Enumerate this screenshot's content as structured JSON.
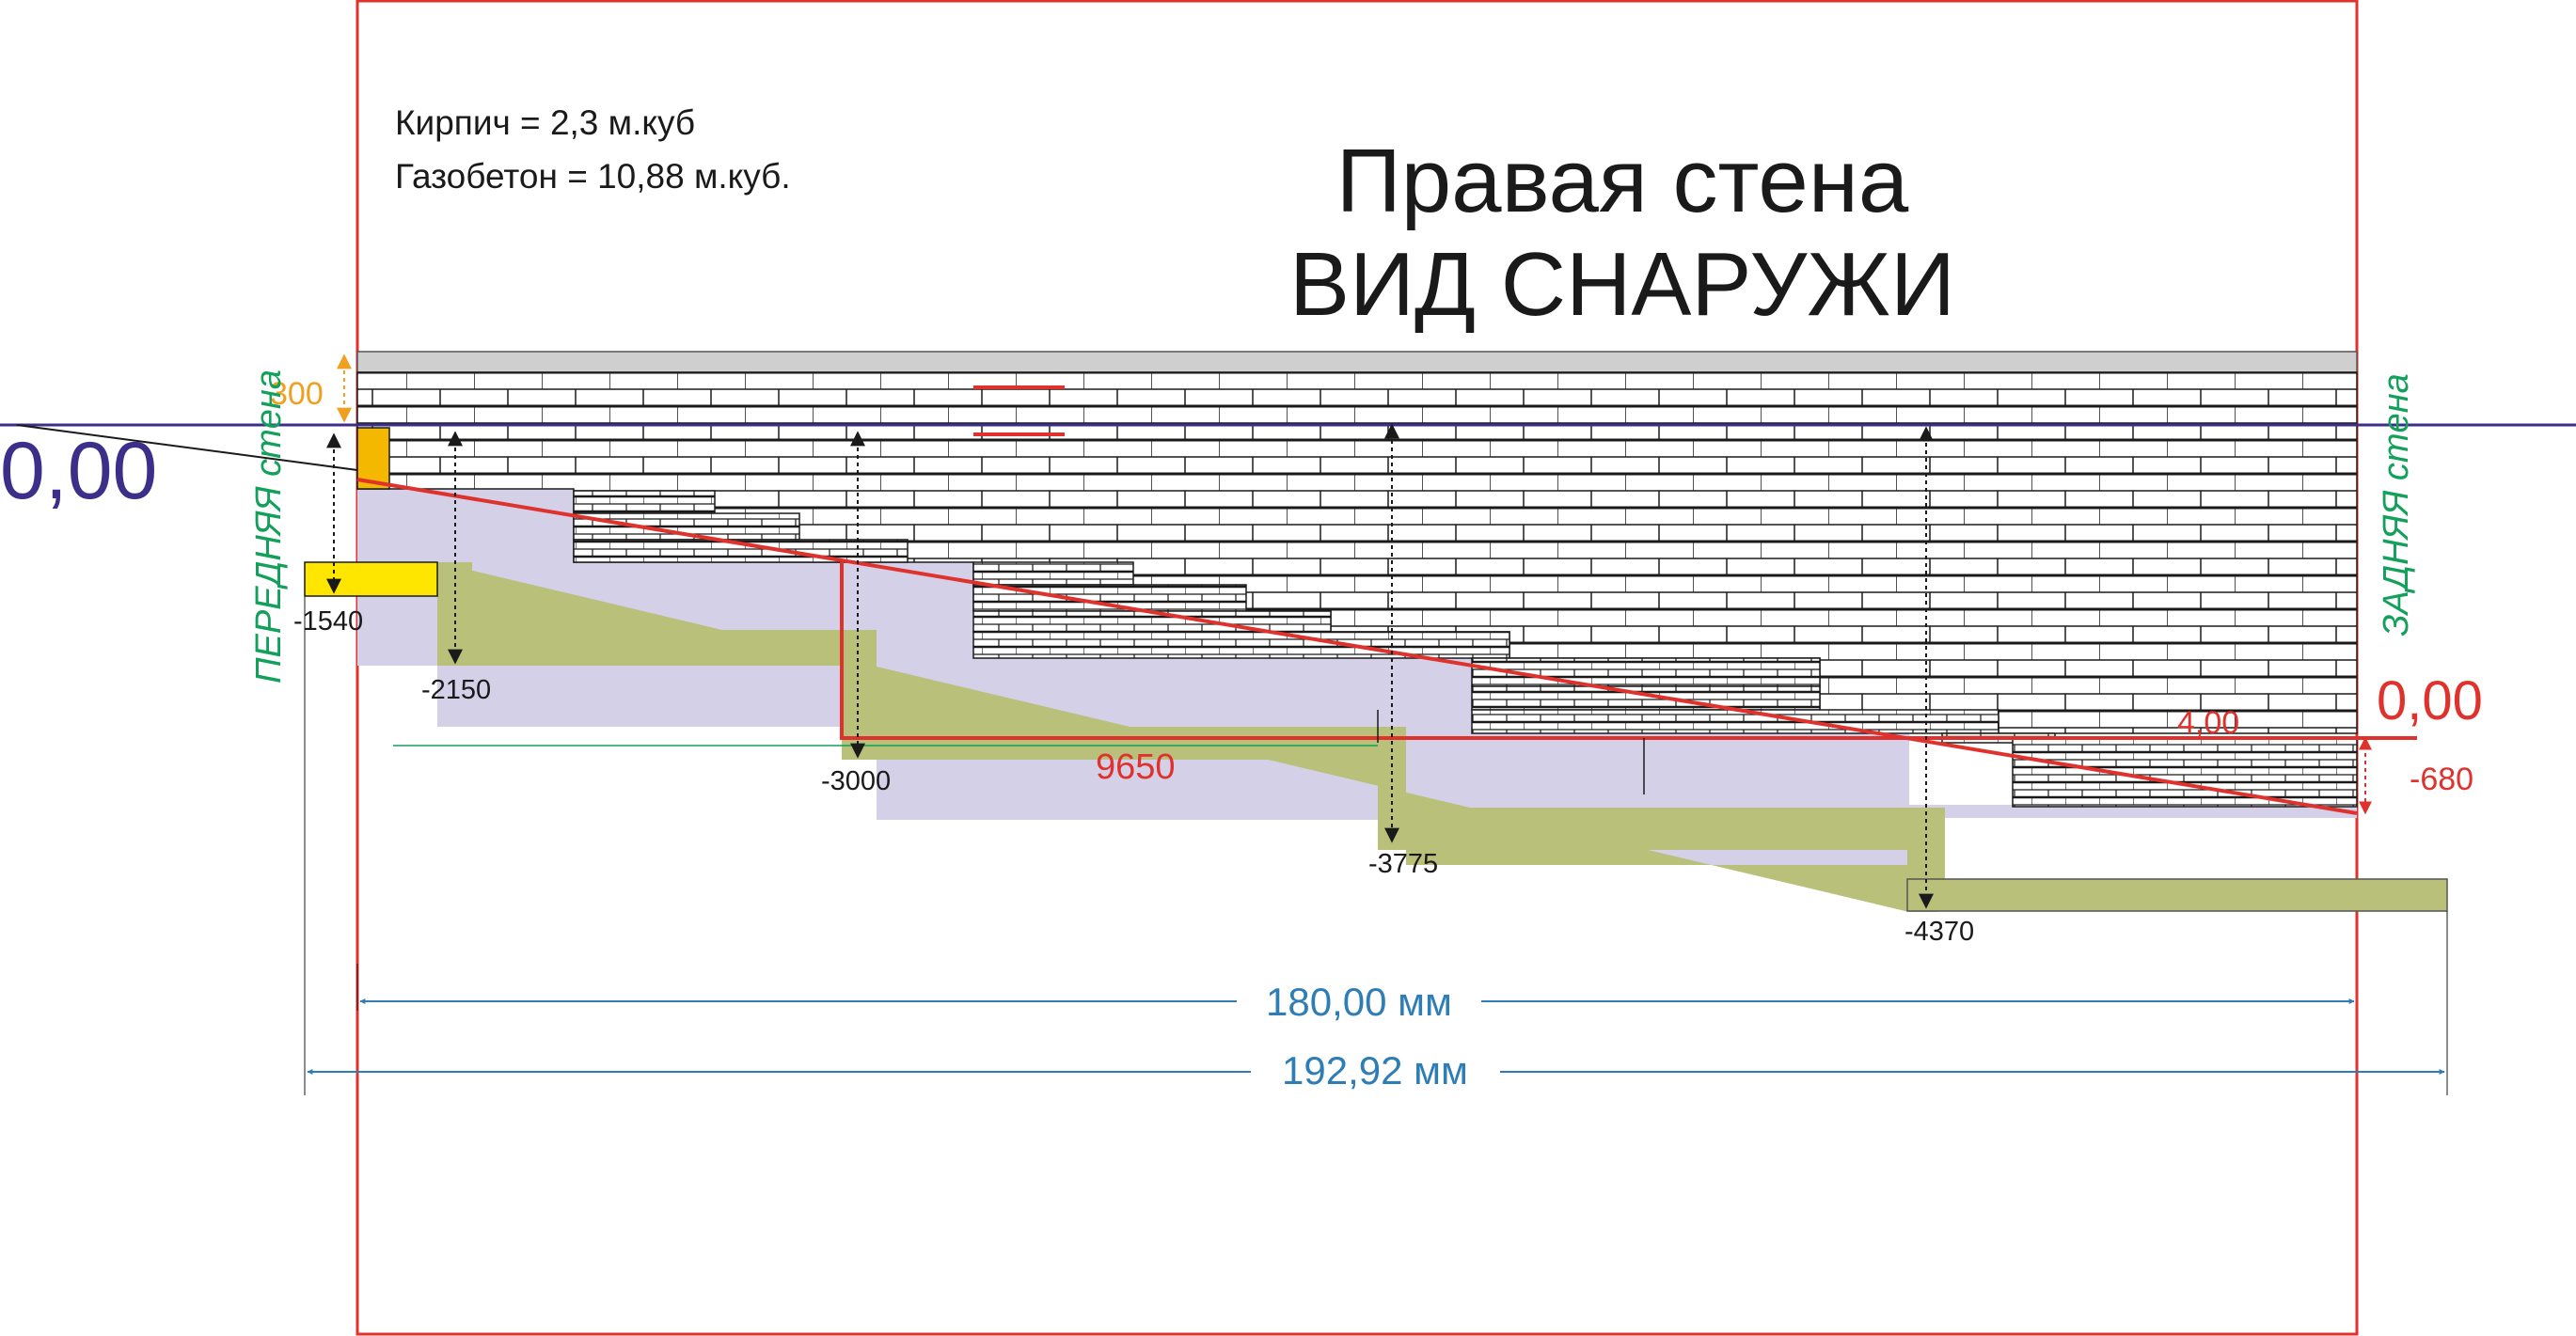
{
  "notes": {
    "brick": "Кирпич = 2,3 м.куб",
    "gasconcrete": "Газобетон = 10,88 м.куб."
  },
  "title": {
    "line1": "Правая стена",
    "line2": "ВИД СНАРУЖИ"
  },
  "side_labels": {
    "front": "ПЕРЕДНЯЯ стена",
    "back": "ЗАДНЯЯ стена"
  },
  "levels": {
    "left_zero": "0,00",
    "right_zero": "0,00",
    "slope": "4,00",
    "span": "9650",
    "drop": "-680",
    "top": "300"
  },
  "depths": [
    "-1540",
    "-2150",
    "-3000",
    "-3775",
    "-4370"
  ],
  "dimensions": {
    "inner": "180,00 мм",
    "outer": "192,92 мм"
  },
  "colors": {
    "frame_red": "#e0322d",
    "ground_line": "#3b2f8a",
    "footing_green": "#b8c07a",
    "fill_lavender": "#d3d0e8",
    "dim_blue": "#2e7db5",
    "label_green": "#13a05a",
    "yellow": "#ffe600",
    "orange": "#f0a020"
  }
}
